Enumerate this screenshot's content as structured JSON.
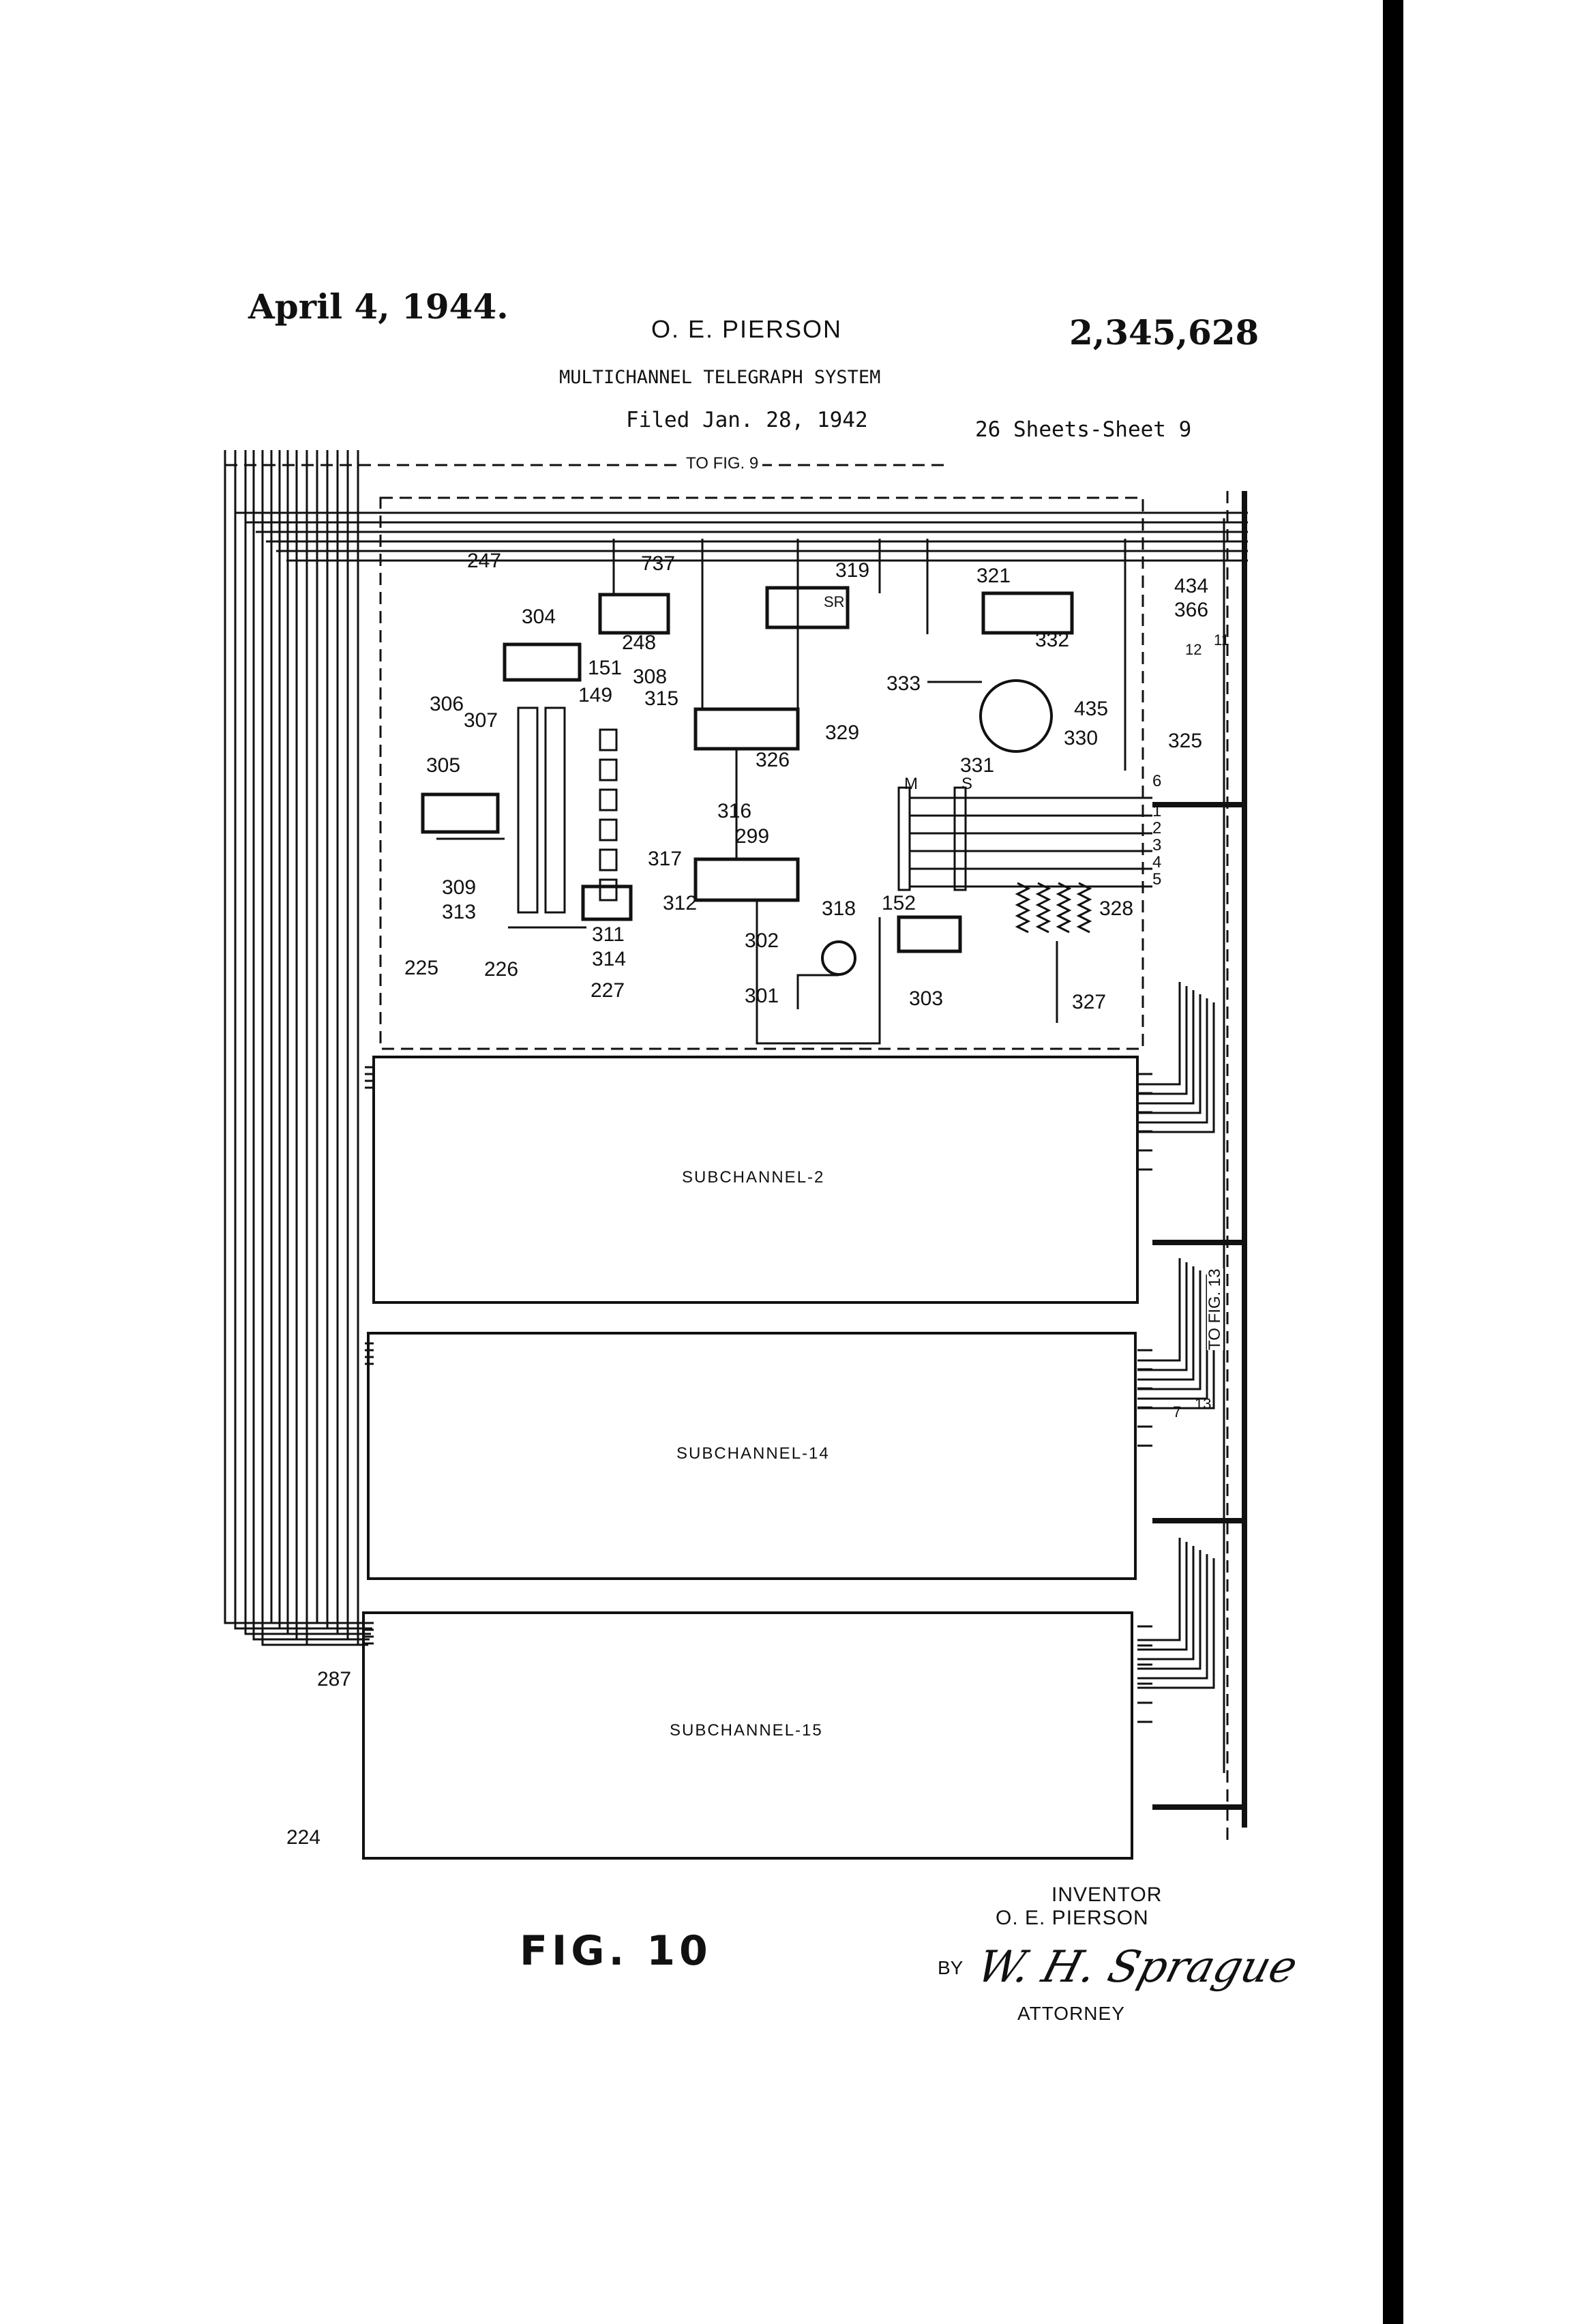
{
  "header": {
    "date": "April 4, 1944.",
    "inventor_name": "O. E. PIERSON",
    "patent_number": "2,345,628",
    "title": "MULTICHANNEL TELEGRAPH SYSTEM",
    "filed": "Filed Jan. 28, 1942",
    "sheets": "26 Sheets-Sheet 9"
  },
  "diagram": {
    "to_fig_top": "TO FIG. 9",
    "to_fig_right": "TO FIG. 13",
    "subchannels": [
      "SUBCHANNEL-2",
      "SUBCHANNEL-14",
      "SUBCHANNEL-15"
    ],
    "component_labels": [
      "247",
      "737",
      "319",
      "SR",
      "321",
      "434",
      "366",
      "304",
      "248",
      "332",
      "12",
      "11",
      "151",
      "308",
      "149",
      "315",
      "333",
      "306",
      "307",
      "329",
      "435",
      "330",
      "325",
      "305",
      "331",
      "326",
      "M",
      "S",
      "6",
      "1",
      "2",
      "3",
      "4",
      "5",
      "316",
      "299",
      "309",
      "313",
      "317",
      "312",
      "152",
      "328",
      "311",
      "318",
      "314",
      "302",
      "225",
      "226",
      "227",
      "301",
      "303",
      "327",
      "287",
      "224",
      "13",
      "7"
    ],
    "figure_label": "FIG. 10"
  },
  "footer": {
    "inventor_heading": "INVENTOR",
    "inventor_name": "O. E. PIERSON",
    "by": "BY",
    "signature": "W. H. Sprague",
    "attorney": "ATTORNEY"
  }
}
